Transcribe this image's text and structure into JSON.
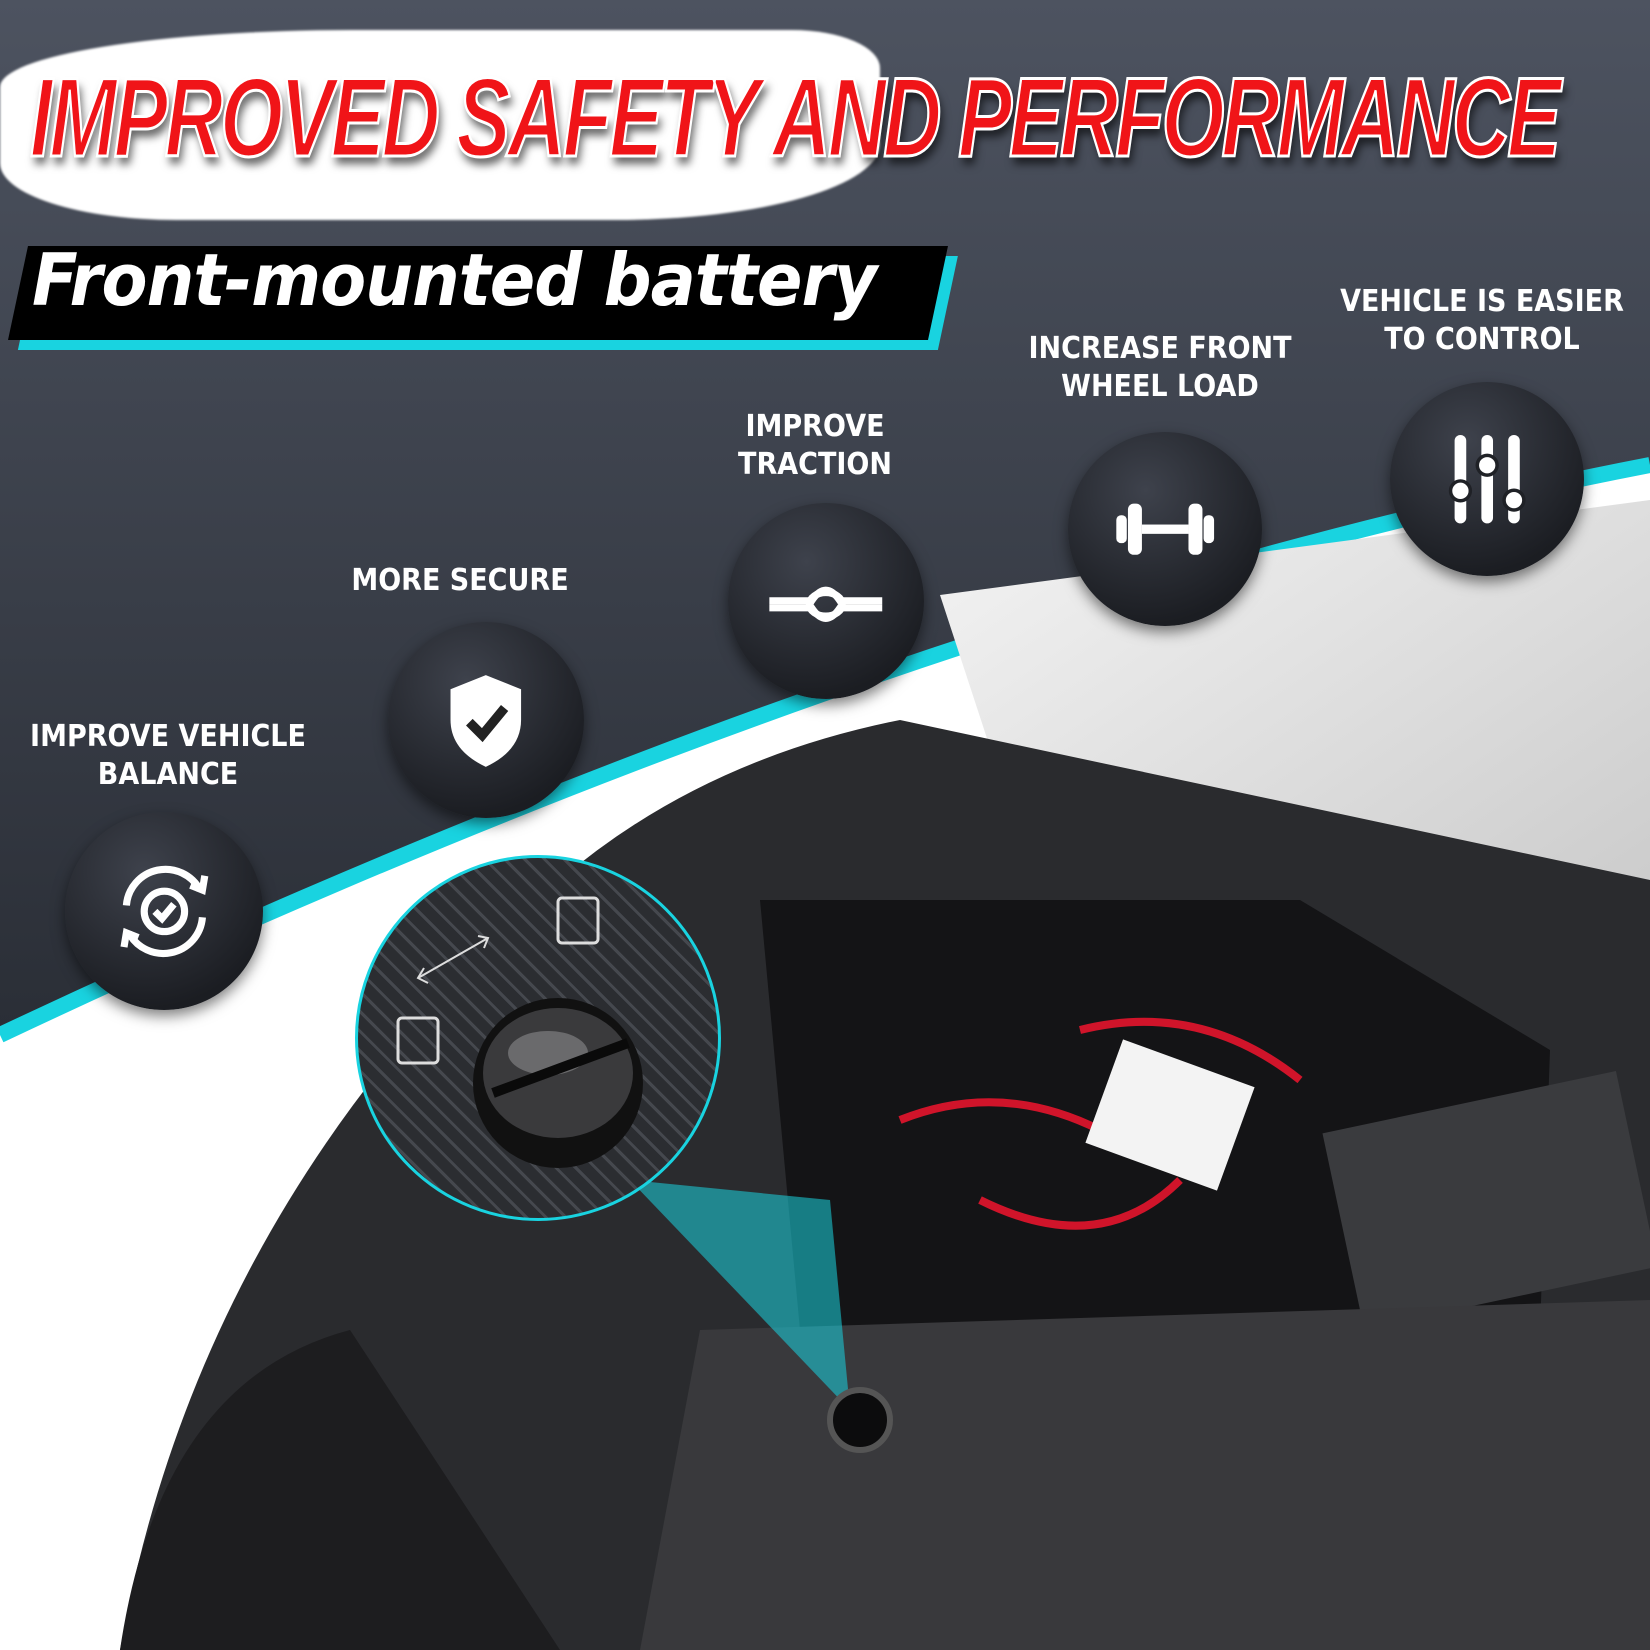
{
  "header": {
    "title": "IMPROVED SAFETY AND PERFORMANCE",
    "subtitle": "Front-mounted battery"
  },
  "features": [
    {
      "label_lines": [
        "IMPROVE VEHICLE",
        "BALANCE"
      ],
      "icon": "rotate-check-icon"
    },
    {
      "label_lines": [
        "MORE SECURE"
      ],
      "icon": "shield-check-icon"
    },
    {
      "label_lines": [
        "IMPROVE",
        "TRACTION"
      ],
      "icon": "knot-icon"
    },
    {
      "label_lines": [
        "INCREASE FRONT",
        "WHEEL LOAD"
      ],
      "icon": "dumbbell-icon"
    },
    {
      "label_lines": [
        "VEHICLE IS EASIER",
        "TO CONTROL"
      ],
      "icon": "sliders-icon"
    }
  ],
  "colors": {
    "accent_cyan": "#19d3e0",
    "title_red": "#f01418",
    "background_dark": "#3a3f4a"
  }
}
